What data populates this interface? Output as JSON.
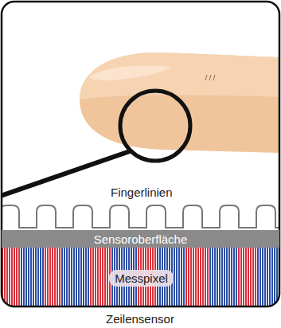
{
  "diagram": {
    "nodes": [
      {
        "text": [
          "Sensoroberfläche"
        ]
      },
      {
        "text": [
          "Messpixel"
        ]
      }
    ],
    "labels": [
      "Fingerlinien",
      "Zeilensensor"
    ]
  }
}
